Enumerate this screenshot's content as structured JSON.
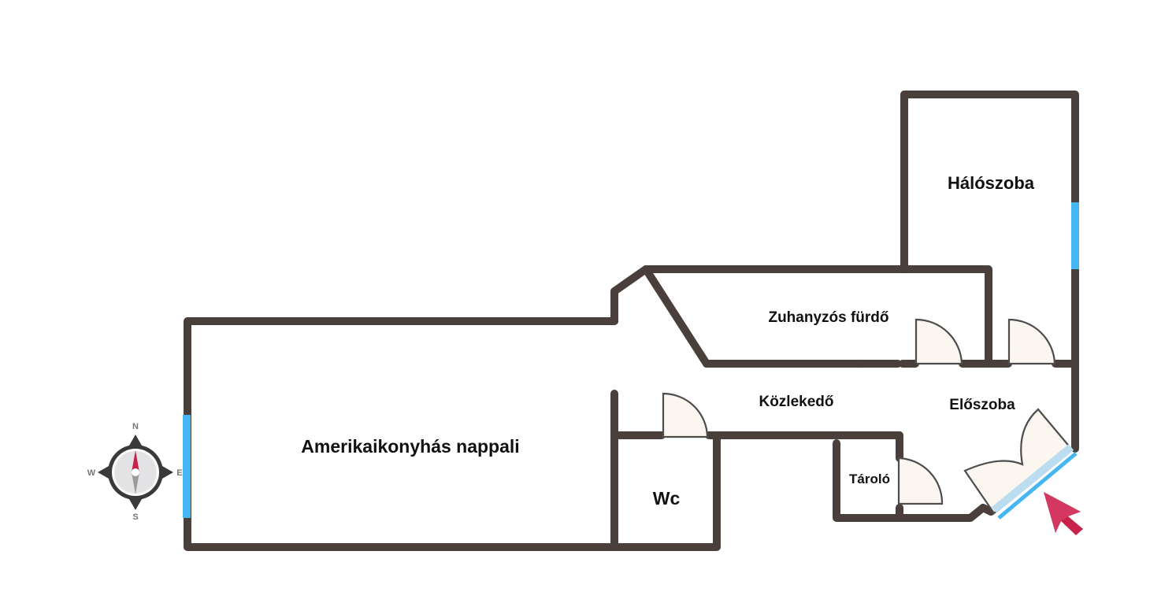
{
  "rooms": {
    "living": "Amerikaikonyhás nappali",
    "bathroom": "Zuhanyzós fürdő",
    "bedroom": "Hálószoba",
    "corridor": "Közlekedő",
    "hall": "Előszoba",
    "storage": "Tároló",
    "wc": "Wc"
  },
  "compass": {
    "n": "N",
    "e": "E",
    "s": "S",
    "w": "W"
  },
  "colors": {
    "wall": "#4a3f3a",
    "window": "#45b6f2",
    "entrance_arrow": "#c8214a",
    "door_fill": "#fbf6ef"
  }
}
